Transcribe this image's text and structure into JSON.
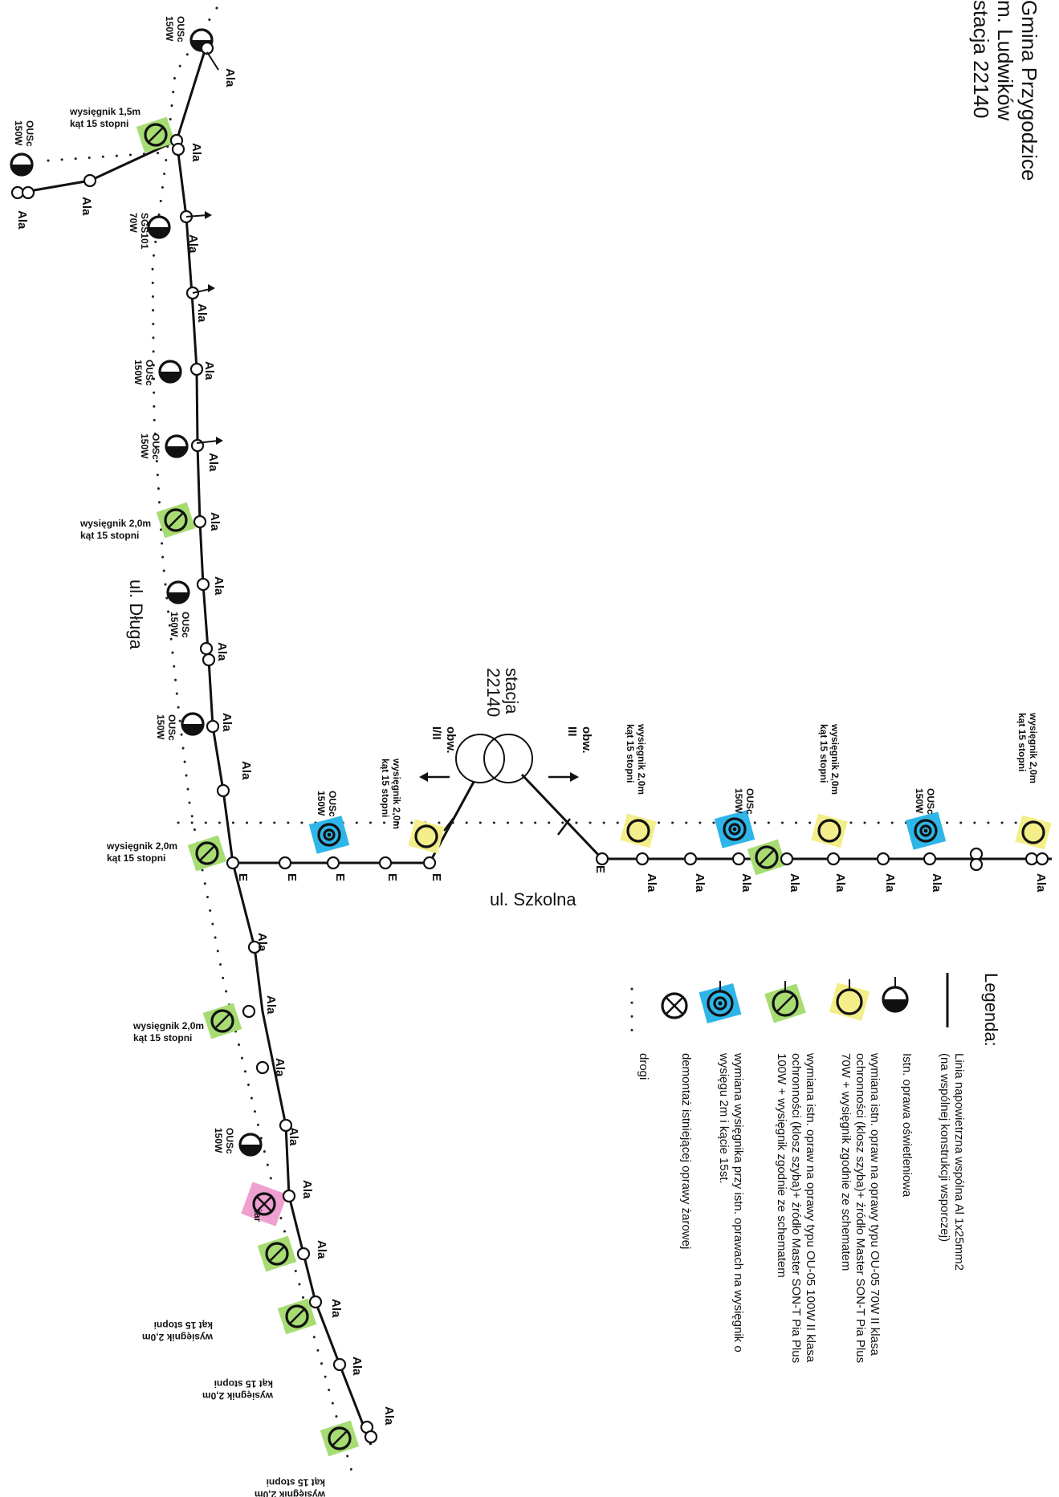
{
  "header": {
    "title_lines": [
      "Gmina Przygodzice",
      "m. Ludwików",
      "stacja 22140"
    ]
  },
  "streets": {
    "dluga": "ul. Długa",
    "szkolna": "ul. Szkolna"
  },
  "station": {
    "label_lines": [
      "stacja",
      "22140"
    ],
    "circuit_left": [
      "obw.",
      "I/II"
    ],
    "circuit_right": [
      "obw.",
      "III"
    ]
  },
  "pole_codes": {
    "ala": "Ala",
    "e": "E"
  },
  "fixture_texts": {
    "ousc": "OUSc",
    "w150": "150W",
    "sgs": "SGS101",
    "w70": "70W",
    "zar": "żar"
  },
  "notes": {
    "w15": "wysięgnik 1,5m",
    "w20": "wysięgnik 2,0m",
    "w20b": "wysięgnik 2,0m",
    "kat": "kąt 15 stopni"
  },
  "legend": {
    "title": "Legenda:",
    "items": [
      {
        "icon": "line-icon",
        "lines": [
          "Linia napowietrzna wspólna Al 1x25mm2",
          "(na wspólnej konstrukcji wsporczej)"
        ]
      },
      {
        "icon": "existing-fixture-icon",
        "lines": [
          "Istn. oprawa oświetleniowa"
        ]
      },
      {
        "icon": "yellow-fixture-icon",
        "lines": [
          "wymiana istn. opraw na oprawy typu OU-05 70W II klasa",
          "ochronności (klosz szyba)+ źródło Master SON-T Pia Plus",
          "70W + wysięgnik zgodnie ze schematem"
        ]
      },
      {
        "icon": "green-fixture-icon",
        "lines": [
          "wymiana istn. opraw na oprawy typu OU-05 100W II klasa",
          "ochronności (klosz szyba)+ źródło Master SON-T Pia Plus",
          "100W + wysięgnik zgodnie ze schematem"
        ]
      },
      {
        "icon": "blue-fixture-icon",
        "lines": [
          "wymiana wysięgnika przy istn. oprawach na wysięgnik o",
          "wysięgu 2m i kącie 15st."
        ]
      },
      {
        "icon": "removal-icon",
        "lines": [
          "demontaż istniejącej oprawy żarowej"
        ]
      },
      {
        "icon": "road-icon",
        "lines": [
          "drogi"
        ]
      }
    ]
  },
  "colors": {
    "yellow": "#f3ee8a",
    "green": "#a7dc73",
    "blue": "#2fb6e9",
    "pink": "#ef9fd0",
    "ink": "#111111"
  }
}
